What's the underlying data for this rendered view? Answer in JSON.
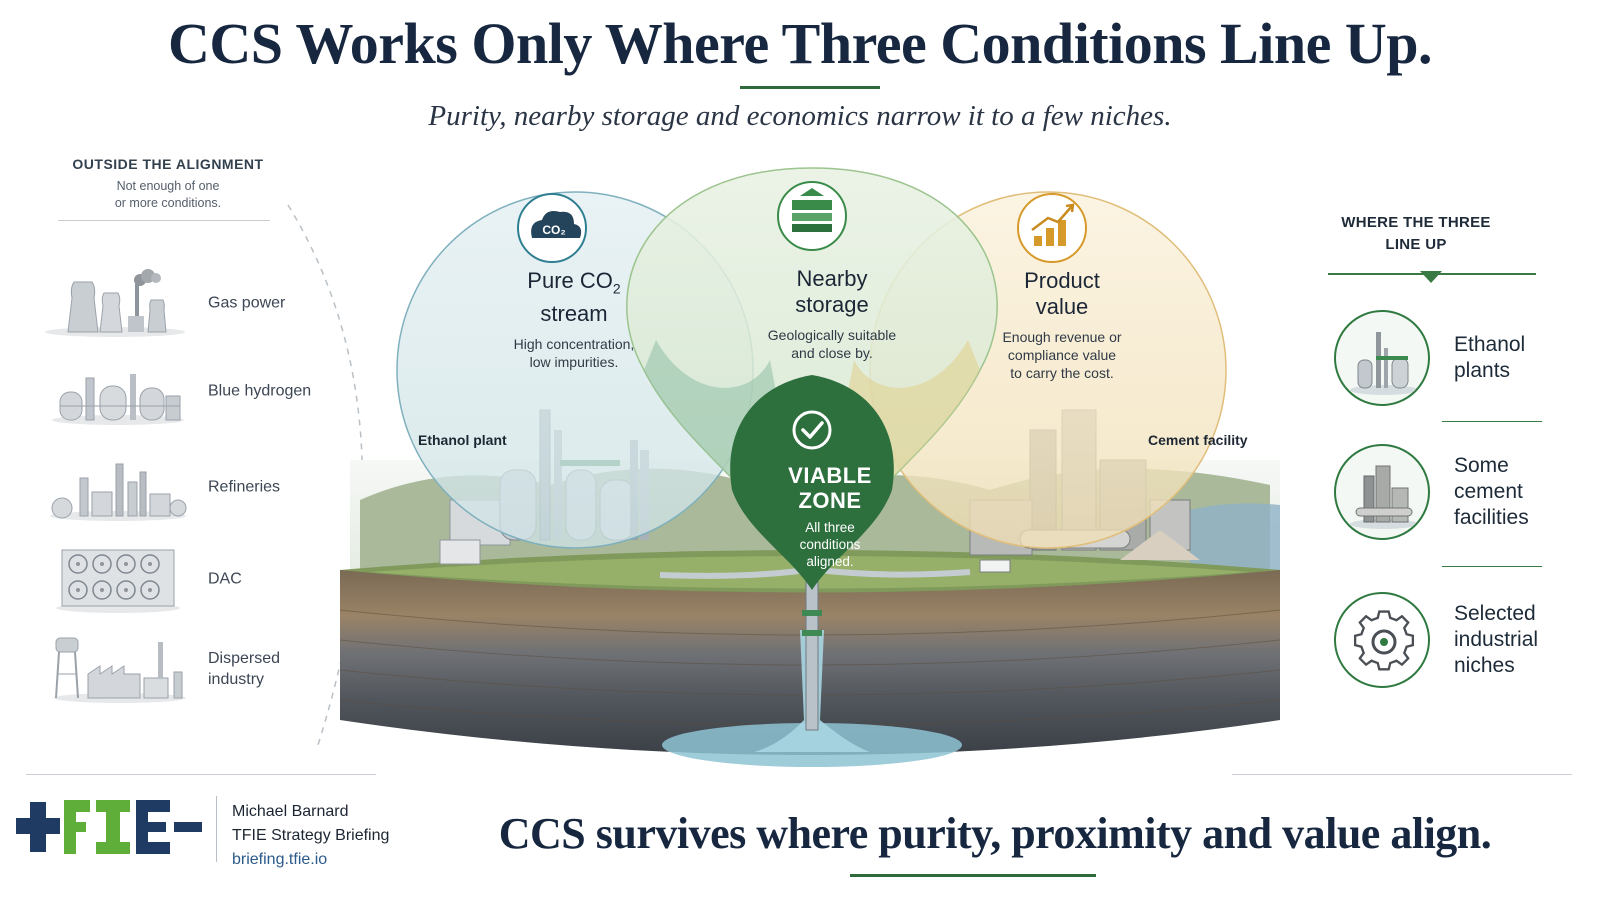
{
  "header": {
    "title": "CCS Works Only Where Three Conditions Line Up.",
    "subtitle": "Purity, nearby storage and economics narrow it to a few niches."
  },
  "outside": {
    "heading": "OUTSIDE THE ALIGNMENT",
    "subheading_line1": "Not enough of one",
    "subheading_line2": "or more conditions.",
    "items": [
      {
        "label": "Gas power",
        "icon": "cooling-towers-icon"
      },
      {
        "label": "Blue hydrogen",
        "icon": "tanks-plant-icon"
      },
      {
        "label": "Refineries",
        "icon": "refinery-icon"
      },
      {
        "label": "DAC",
        "icon": "fan-array-icon"
      },
      {
        "label_line1": "Dispersed",
        "label_line2": "industry",
        "icon": "water-tower-factory-icon"
      }
    ]
  },
  "conditions": [
    {
      "title_line1": "Pure CO",
      "title_sub": "2",
      "title_line2": "stream",
      "desc_line1": "High concentration,",
      "desc_line2": "low impurities.",
      "icon": "co2-cloud-icon",
      "icon_text": "CO",
      "icon_sub": "2",
      "color": "#2f7f92"
    },
    {
      "title_line1": "Nearby",
      "title_line2": "storage",
      "desc_line1": "Geologically suitable",
      "desc_line2": "and close by.",
      "icon": "storage-layers-icon",
      "color": "#3a8a4a"
    },
    {
      "title_line1": "Product",
      "title_line2": "value",
      "desc_line1": "Enough revenue or",
      "desc_line2": "compliance value",
      "desc_line3": "to carry the cost.",
      "icon": "rising-bars-icon",
      "color": "#d69a2a"
    }
  ],
  "viable": {
    "title_line1": "VIABLE",
    "title_line2": "ZONE",
    "desc_line1": "All three",
    "desc_line2": "conditions",
    "desc_line3": "aligned.",
    "icon": "checkmark-icon"
  },
  "sites": {
    "left": "Ethanol plant",
    "right": "Cement facility"
  },
  "aligned": {
    "heading_line1": "WHERE THE THREE",
    "heading_line2": "LINE UP",
    "items": [
      {
        "label_line1": "Ethanol",
        "label_line2": "plants",
        "icon": "ethanol-plant-icon"
      },
      {
        "label_line1": "Some",
        "label_line2": "cement",
        "label_line3": "facilities",
        "icon": "cement-plant-icon"
      },
      {
        "label_line1": "Selected",
        "label_line2": "industrial",
        "label_line3": "niches",
        "icon": "gear-icon"
      }
    ]
  },
  "footer": {
    "author": "Michael Barnard",
    "org": "TFIE Strategy Briefing",
    "link": "briefing.tfie.io",
    "tagline": "CCS survives where purity, proximity and value align.",
    "logo_text": "TFIE"
  },
  "colors": {
    "navy": "#16273f",
    "green": "#2f7a40",
    "teal": "#2f7f92",
    "gold": "#d69a2a",
    "viable": "#2e6f3e"
  }
}
